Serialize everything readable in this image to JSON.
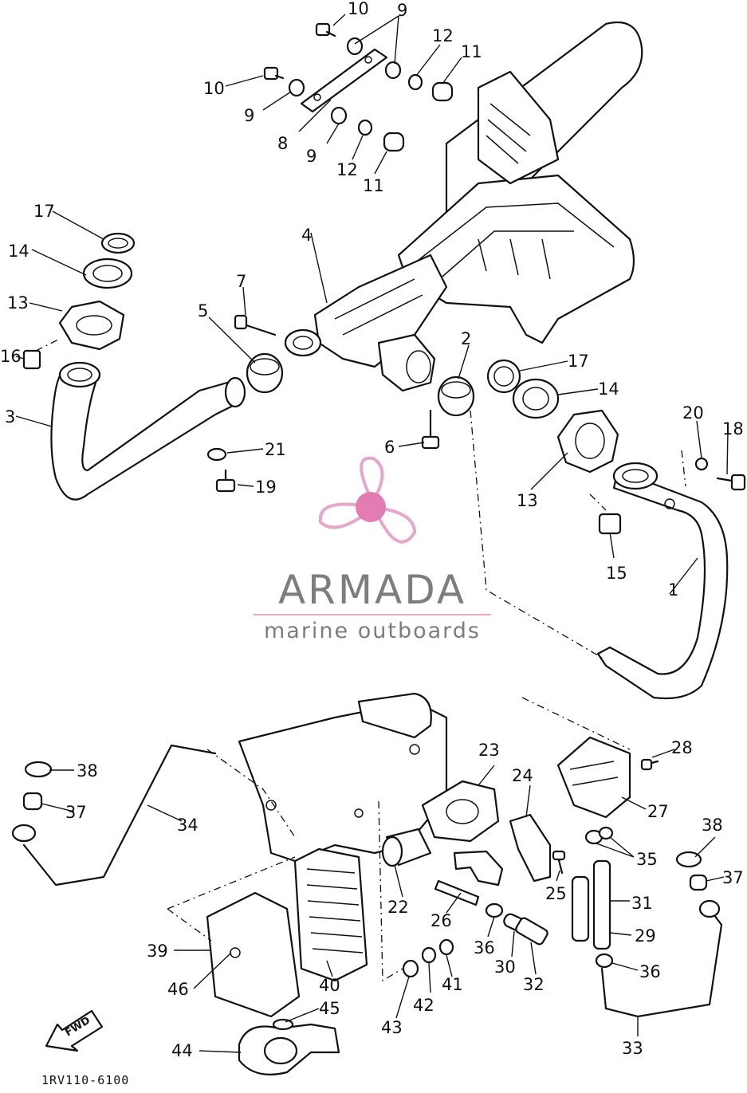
{
  "diagram": {
    "drawing_code": "1RV110-6100",
    "forward_marker": "FWD",
    "callouts": [
      "1",
      "2",
      "3",
      "4",
      "5",
      "6",
      "8",
      "9",
      "10",
      "11",
      "12",
      "13",
      "14",
      "15",
      "16",
      "17",
      "18",
      "19",
      "20",
      "21",
      "22",
      "23",
      "24",
      "25",
      "26",
      "27",
      "28",
      "29",
      "30",
      "31",
      "32",
      "33",
      "34",
      "35",
      "36",
      "37",
      "38",
      "39",
      "40",
      "41",
      "42",
      "43",
      "44",
      "45",
      "46",
      "7"
    ]
  },
  "watermark": {
    "brand": "ARMADA",
    "tagline": "marine outboards",
    "colors": {
      "text": "#7d7d7d",
      "accent": "#e8a6c8",
      "hub": "#e27cb3"
    }
  }
}
